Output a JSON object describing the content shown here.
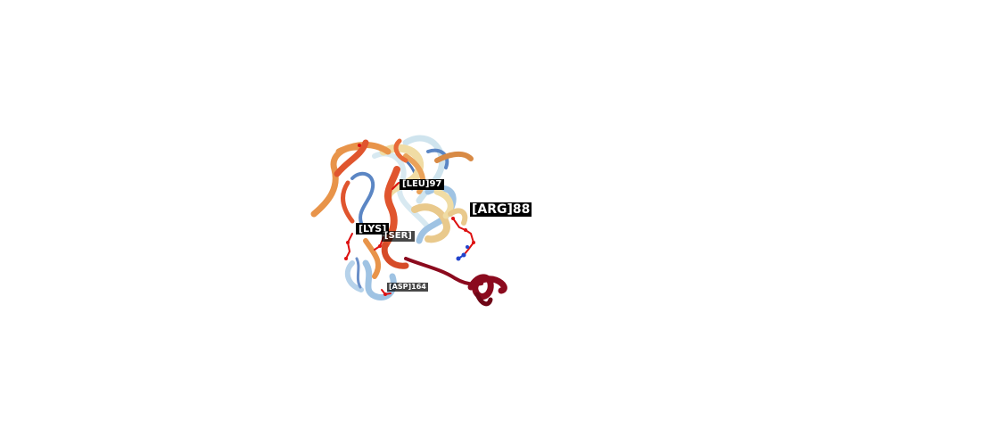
{
  "viewer": {
    "background": "#ffffff",
    "palette": {
      "dark_red": "#8b0a1e",
      "red_orange": "#e0552e",
      "orange": "#e8944a",
      "tan": "#e9c98c",
      "pale_yellow": "#f0dca4",
      "light_blue": "#9fc3e3",
      "steel_blue": "#5b86c4",
      "pale_cyan": "#cfe4ee",
      "sidechain_red": "#dd1111",
      "nitrogen_blue": "#2244cc"
    }
  },
  "labels": {
    "leu97": "[LEU]97",
    "arg88": "[ARG]88",
    "lys": "[LYS]",
    "ser": "[SER]",
    "asp164": "[ASP]164"
  }
}
